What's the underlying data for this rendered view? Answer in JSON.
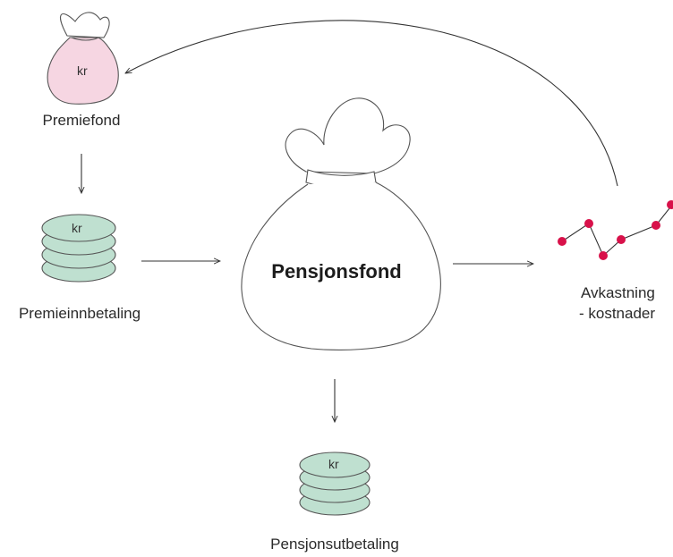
{
  "nodes": {
    "premiefond": {
      "label": "Premiefond",
      "symbol": "kr"
    },
    "premieinnbetaling": {
      "label": "Premieinnbetaling",
      "symbol": "kr"
    },
    "pensjonsfond": {
      "label": "Pensjonsfond"
    },
    "avkastning": {
      "label_line1": "Avkastning",
      "label_line2": "- kostnader"
    },
    "pensjonsutbetaling": {
      "label": "Pensjonsutbetaling",
      "symbol": "kr"
    }
  },
  "colors": {
    "pink_bag": "#f6d6e2",
    "green_coins": "#bfe0d0",
    "accent_points": "#d8114a",
    "line": "#333333"
  }
}
